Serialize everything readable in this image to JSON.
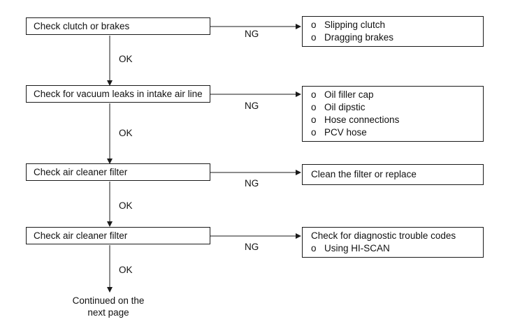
{
  "steps": [
    {
      "label": "Check clutch or brakes",
      "ok": "OK",
      "ng": "NG",
      "result": {
        "header": "",
        "items": [
          "Slipping clutch",
          "Dragging brakes"
        ]
      }
    },
    {
      "label": "Check for vacuum leaks in intake air line",
      "ok": "OK",
      "ng": "NG",
      "result": {
        "header": "",
        "items": [
          "Oil filler cap",
          "Oil dipstic",
          "Hose connections",
          "PCV hose"
        ]
      }
    },
    {
      "label": "Check air cleaner filter",
      "ok": "OK",
      "ng": "NG",
      "result": {
        "header": "Clean the filter or replace",
        "items": []
      }
    },
    {
      "label": "Check air cleaner filter",
      "ok": "OK",
      "ng": "NG",
      "result": {
        "header": "Check for diagnostic trouble codes",
        "items": [
          "Using HI-SCAN"
        ]
      }
    }
  ],
  "bullet_symbol": "o",
  "continued": {
    "line1": "Continued on the",
    "line2": "next page"
  }
}
